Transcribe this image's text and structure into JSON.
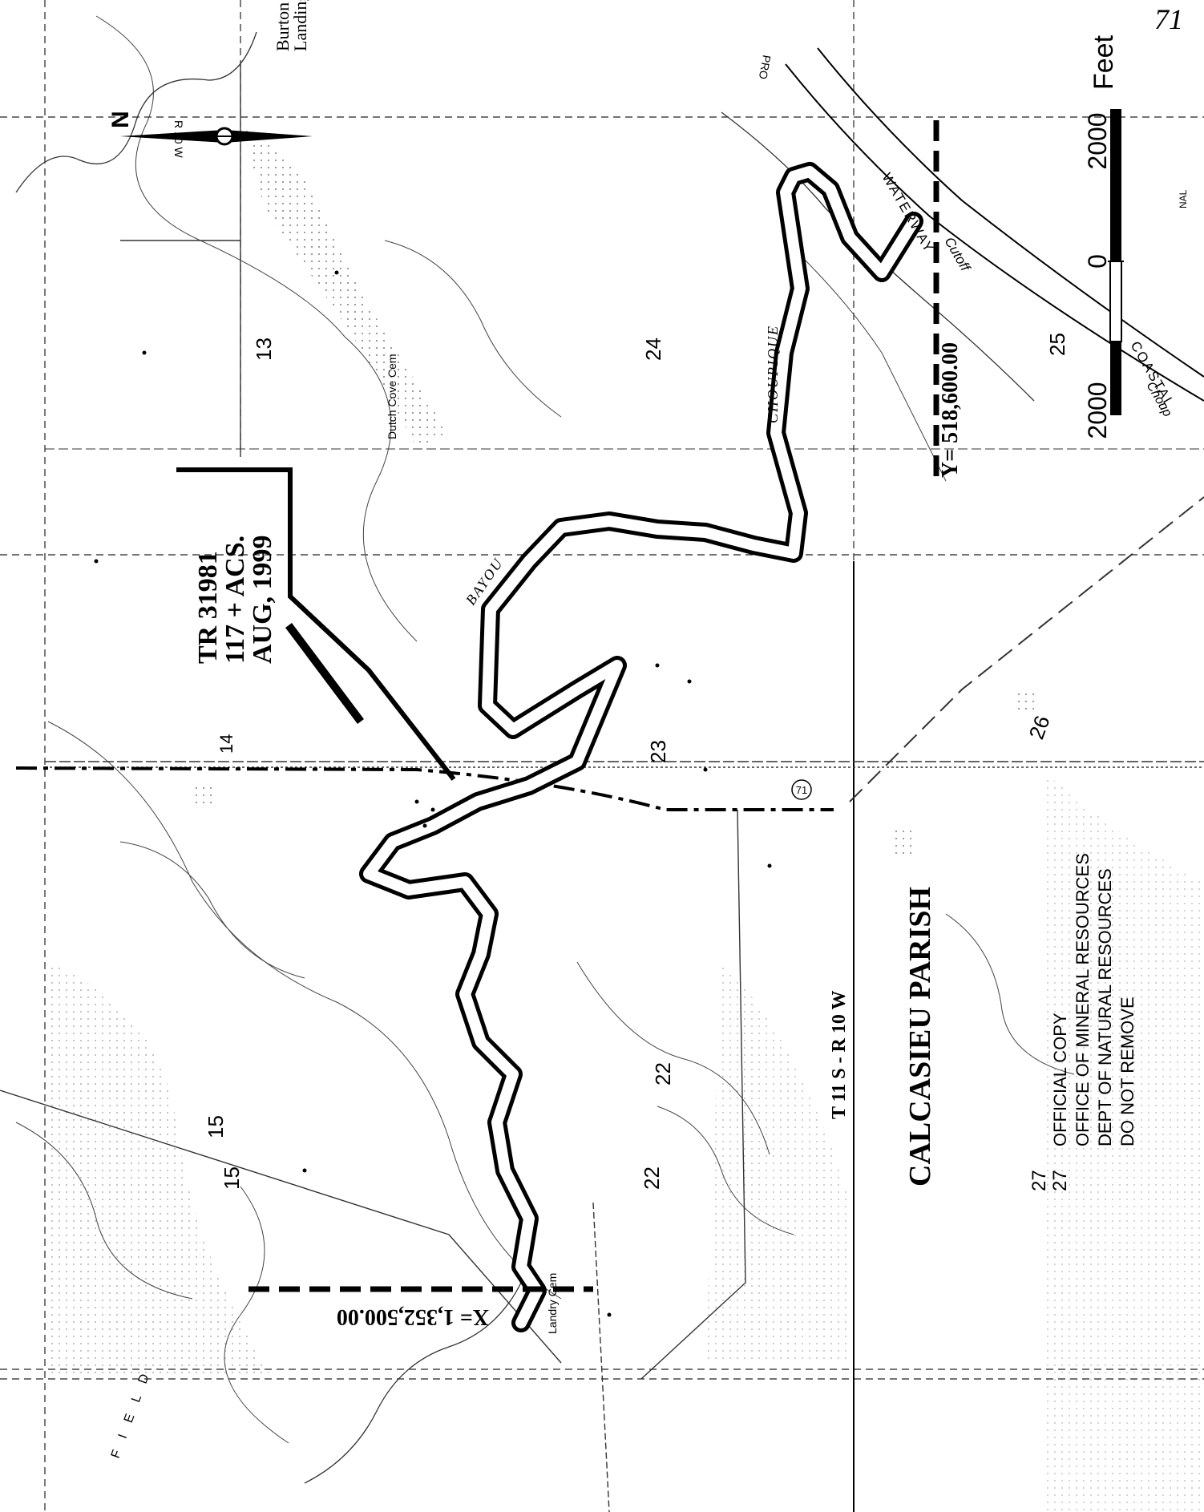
{
  "page_corner_note": "71",
  "scale_bar": {
    "left_label": "2000",
    "zero_label": "0",
    "right_label": "2000",
    "unit": "Feet"
  },
  "north_arrow": {
    "letter": "N",
    "range_text": "R 10 W"
  },
  "tract_label": {
    "line1": "TR 31981",
    "line2": "117 + ACS.",
    "line3": "AUG, 1999"
  },
  "coordinate_lines": {
    "y_value": "Y= 518,600.00",
    "x_value": "X= 1,352,500.00"
  },
  "parish_name": "CALCASIEU PARISH",
  "township_range": "T 11 S - R 10 W",
  "stamp": {
    "line1": "OFFICIAL COPY",
    "line2": "OFFICE OF MINERAL RESOURCES",
    "line3": "DEPT OF NATURAL RESOURCES",
    "line4": "DO NOT REMOVE"
  },
  "water_labels": {
    "bayou": "BAYOU",
    "choupique": "CHOUPIQUE",
    "waterway": "WATERWAY",
    "cutoff": "Cutoff",
    "coastal": "COASTAL",
    "choup": "Choup",
    "canal": "NAL",
    "pro": "PRO",
    "field": "F I E L D"
  },
  "place_labels": {
    "burton": "Burton",
    "landing": "Landing",
    "dutch_cove_cem": "Dutch Cove Cem",
    "landry_cem": "Landry Cem"
  },
  "route_marker": "71",
  "section_numbers": {
    "s13": "13",
    "s14": "14",
    "s15a": "15",
    "s15b": "15",
    "s22a": "22",
    "s22b": "22",
    "s23": "23",
    "s24": "24",
    "s25": "25",
    "s26": "26",
    "s27a": "27",
    "s27b": "27"
  }
}
